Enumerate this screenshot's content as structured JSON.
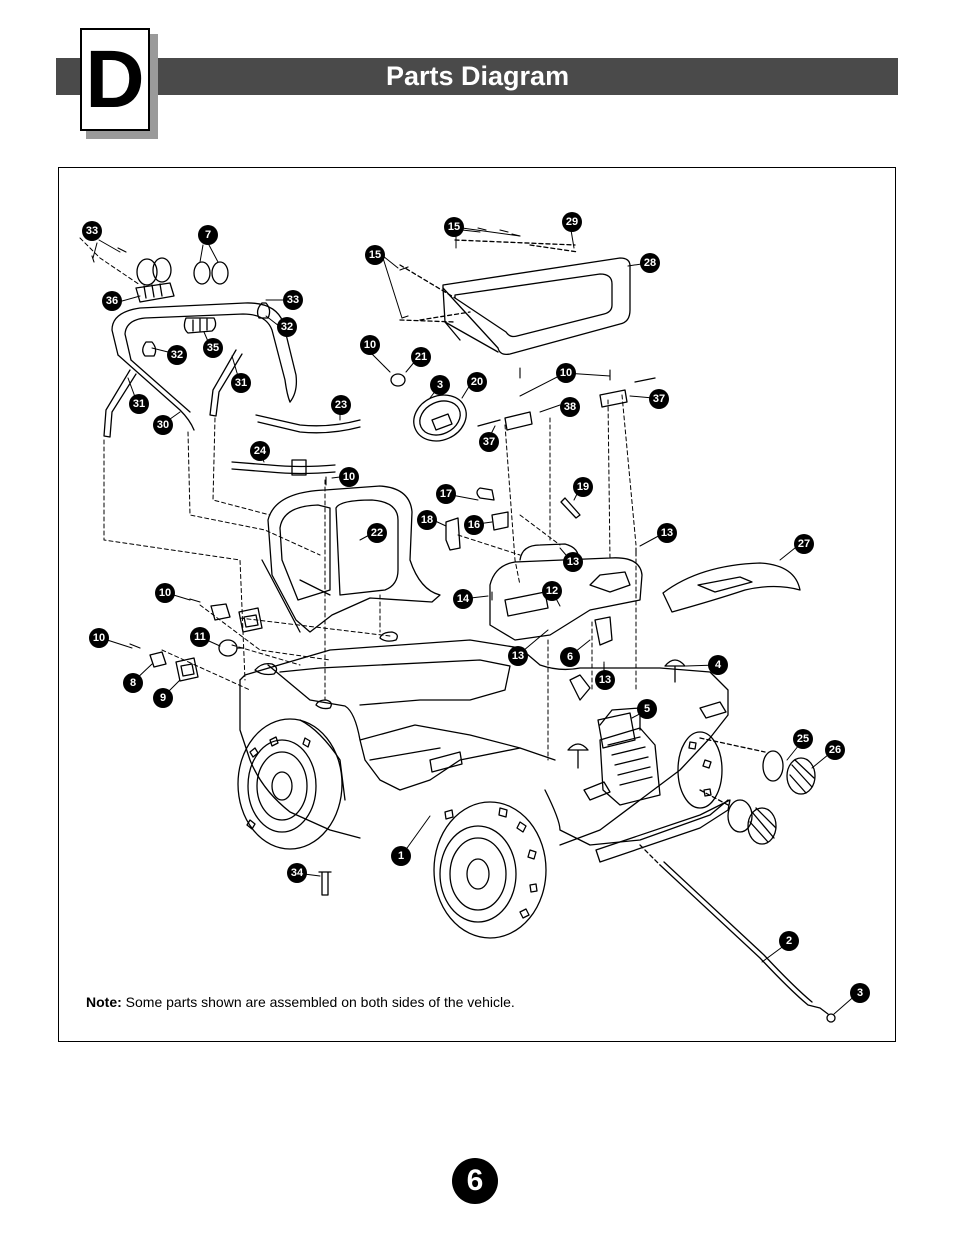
{
  "section": {
    "letter": "D",
    "title": "Parts Diagram"
  },
  "note": {
    "label": "Note:",
    "text": " Some parts shown are assembled on both sides of the vehicle."
  },
  "page_number": "6",
  "callouts": [
    {
      "n": "33"
    },
    {
      "n": "7"
    },
    {
      "n": "36"
    },
    {
      "n": "33"
    },
    {
      "n": "32"
    },
    {
      "n": "35"
    },
    {
      "n": "32"
    },
    {
      "n": "31"
    },
    {
      "n": "31"
    },
    {
      "n": "30"
    },
    {
      "n": "15"
    },
    {
      "n": "29"
    },
    {
      "n": "15"
    },
    {
      "n": "28"
    },
    {
      "n": "10"
    },
    {
      "n": "21"
    },
    {
      "n": "3"
    },
    {
      "n": "20"
    },
    {
      "n": "10"
    },
    {
      "n": "38"
    },
    {
      "n": "37"
    },
    {
      "n": "37"
    },
    {
      "n": "23"
    },
    {
      "n": "24"
    },
    {
      "n": "10"
    },
    {
      "n": "17"
    },
    {
      "n": "19"
    },
    {
      "n": "18"
    },
    {
      "n": "16"
    },
    {
      "n": "22"
    },
    {
      "n": "13"
    },
    {
      "n": "13"
    },
    {
      "n": "27"
    },
    {
      "n": "10"
    },
    {
      "n": "14"
    },
    {
      "n": "12"
    },
    {
      "n": "10"
    },
    {
      "n": "11"
    },
    {
      "n": "13"
    },
    {
      "n": "6"
    },
    {
      "n": "4"
    },
    {
      "n": "13"
    },
    {
      "n": "8"
    },
    {
      "n": "9"
    },
    {
      "n": "5"
    },
    {
      "n": "25"
    },
    {
      "n": "26"
    },
    {
      "n": "1"
    },
    {
      "n": "34"
    },
    {
      "n": "2"
    },
    {
      "n": "3"
    }
  ]
}
